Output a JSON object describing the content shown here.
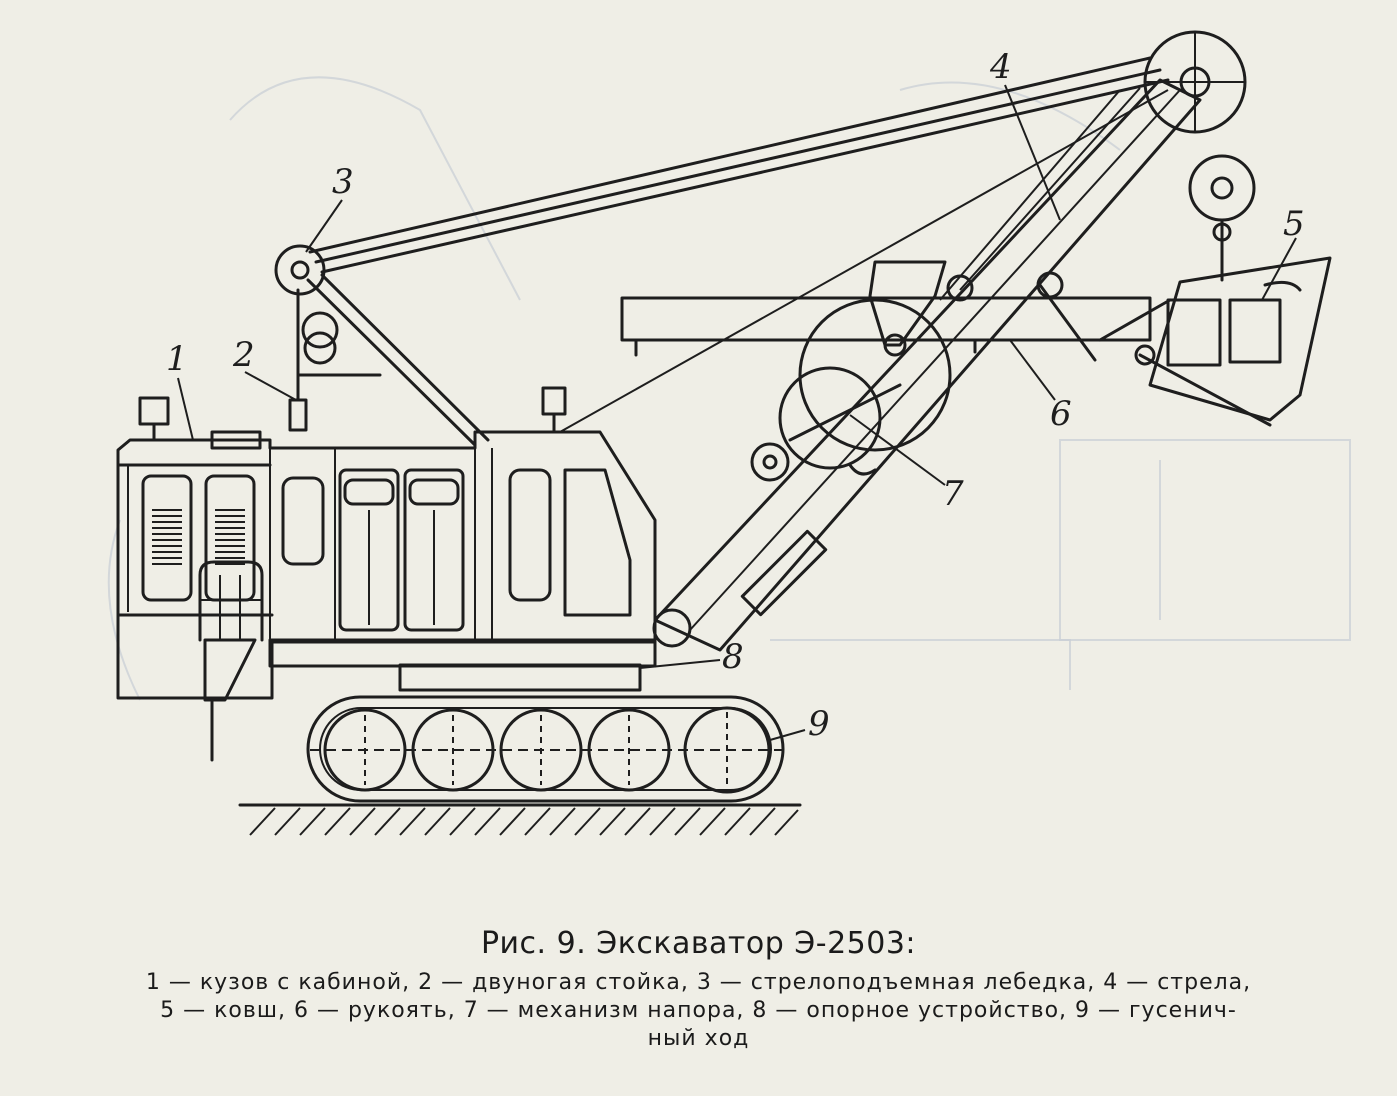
{
  "figure": {
    "callouts": {
      "n1": "1",
      "n2": "2",
      "n3": "3",
      "n4": "4",
      "n5": "5",
      "n6": "6",
      "n7": "7",
      "n8": "8",
      "n9": "9"
    }
  },
  "caption": {
    "title": "Рис. 9. Экскаватор Э-2503:",
    "line1": "1 — кузов с кабиной, 2 — двуногая стойка, 3 — стрелоподъемная лебедка, 4 — стрела,",
    "line2": "5 — ковш, 6 — рукоять, 7 — механизм напора, 8 — опорное устройство, 9 — гусенич-",
    "line3": "ный ход"
  }
}
